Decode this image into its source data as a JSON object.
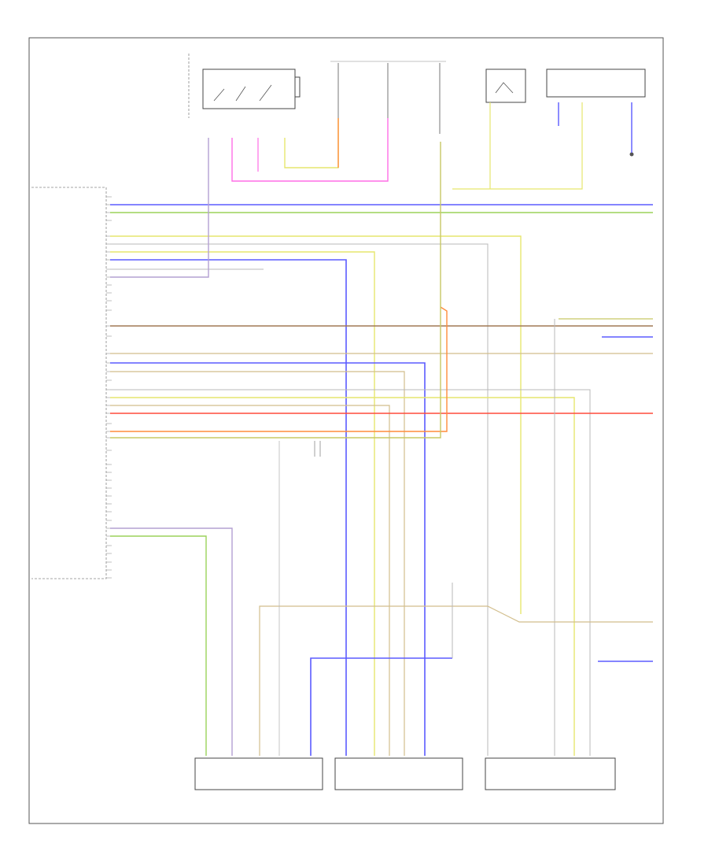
{
  "diagram": {
    "figure_id": "",
    "left_module_title": "",
    "top_components": [
      {
        "id": "wipe_switch",
        "label": ""
      },
      {
        "id": "fuse_col_1",
        "label": ""
      },
      {
        "id": "fuse_col_2",
        "label": ""
      },
      {
        "id": "fuse_col_3",
        "label": ""
      },
      {
        "id": "relay_right",
        "label": ""
      },
      {
        "id": "module_top_right",
        "label": ""
      }
    ],
    "bottom_components": [
      {
        "id": "actuator_left",
        "label": ""
      },
      {
        "id": "actuator_middle",
        "label": ""
      },
      {
        "id": "actuator_right",
        "label": ""
      }
    ],
    "wire_colors": {
      "blue": "#5b5bff",
      "yellow": "#e6e66e",
      "green": "#9bd25a",
      "pink": "#ff6ee6",
      "orange": "#ff8c3c",
      "red": "#ff4b3c",
      "brown": "#a07855",
      "violet": "#b4a0d2",
      "tan": "#d2be8c",
      "gray": "#b8b8b8",
      "olive": "#c8c864"
    }
  }
}
